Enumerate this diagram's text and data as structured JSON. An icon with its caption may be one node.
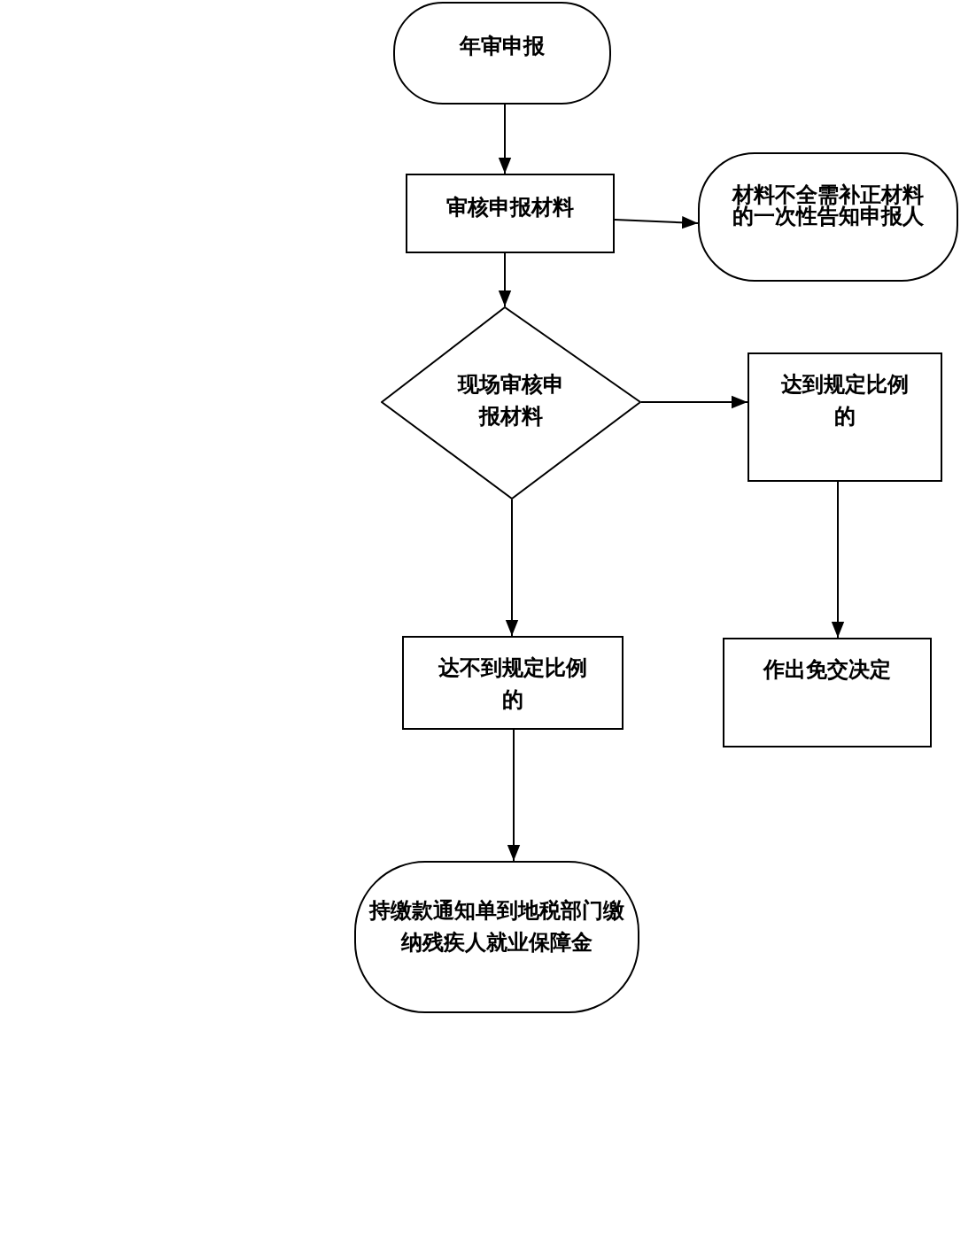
{
  "diagram": {
    "nodes": [
      {
        "text": [
          "年审申报"
        ]
      },
      {
        "text": [
          "审核申报材料"
        ]
      },
      {
        "text": [
          "材料不全需补正材料的一次性告知申报人"
        ]
      },
      {
        "text": [
          "现场审核申报材料"
        ]
      },
      {
        "text": [
          "达到规定比例的"
        ]
      },
      {
        "text": [
          "达不到规定比例的"
        ]
      },
      {
        "text": [
          "作出免交决定"
        ]
      },
      {
        "text": [
          "持缴款通知单到地税部门缴纳残疾人就业保障金"
        ]
      }
    ],
    "edges": [
      {
        "from": 0,
        "to": 1,
        "arrow": "to"
      },
      {
        "from": 1,
        "to": 2,
        "arrow": "to"
      },
      {
        "from": 1,
        "to": 3,
        "arrow": "to"
      },
      {
        "from": 3,
        "to": 4,
        "arrow": "to"
      },
      {
        "from": 3,
        "to": 5,
        "arrow": "to"
      },
      {
        "from": 4,
        "to": 6,
        "arrow": "to"
      },
      {
        "from": 5,
        "to": 7,
        "arrow": "to"
      }
    ]
  }
}
